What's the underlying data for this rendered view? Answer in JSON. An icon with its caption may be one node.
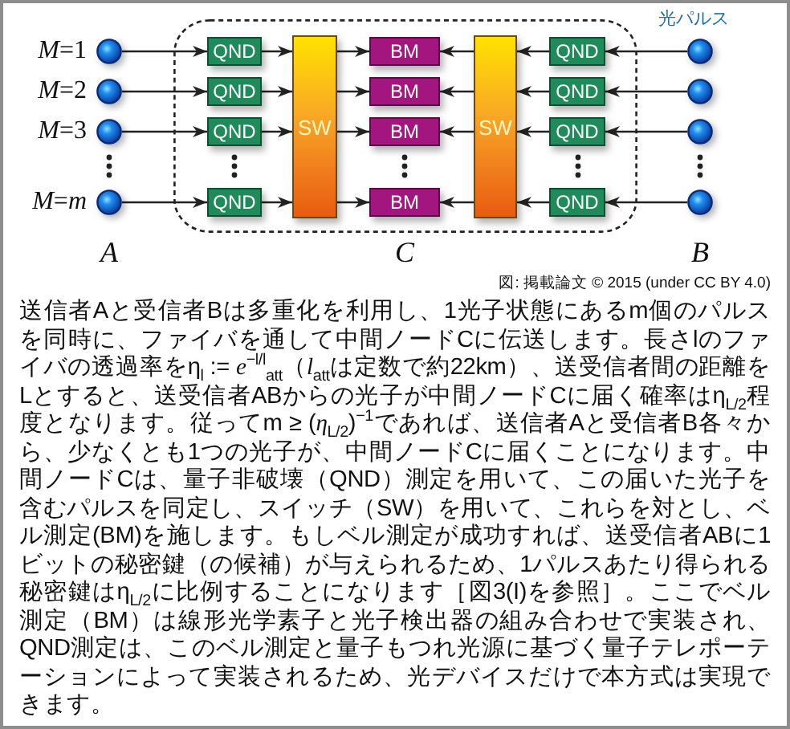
{
  "diagram": {
    "nodes": [
      {
        "text": [],
        "shape": "circle",
        "beside": [
          "*M*=1"
        ]
      },
      {
        "text": [],
        "shape": "circle",
        "beside": [
          "*M*=2"
        ]
      },
      {
        "text": [],
        "shape": "circle",
        "beside": [
          "*M*=3"
        ]
      },
      {
        "text": [],
        "shape": "circle",
        "beside": [
          "*M*=*m*"
        ]
      },
      {
        "text": [],
        "shape": "box"
      },
      {
        "text": [
          "QND"
        ],
        "in": 4
      },
      {
        "text": [
          "QND"
        ],
        "in": 4
      },
      {
        "text": [
          "QND"
        ],
        "in": 4
      },
      {
        "text": [
          "QND"
        ],
        "in": 4
      },
      {
        "text": [
          "SW"
        ],
        "in": 4
      },
      {
        "text": [
          "BM"
        ],
        "in": 4
      },
      {
        "text": [
          "BM"
        ],
        "in": 4
      },
      {
        "text": [
          "BM"
        ],
        "in": 4
      },
      {
        "text": [
          "BM"
        ],
        "in": 4
      },
      {
        "text": [
          "SW"
        ],
        "in": 4
      },
      {
        "text": [
          "QND"
        ],
        "in": 4
      },
      {
        "text": [
          "QND"
        ],
        "in": 4
      },
      {
        "text": [
          "QND"
        ],
        "in": 4
      },
      {
        "text": [
          "QND"
        ],
        "in": 4
      },
      {
        "text": [],
        "shape": "circle"
      },
      {
        "text": [],
        "shape": "circle"
      },
      {
        "text": [],
        "shape": "circle"
      },
      {
        "text": [],
        "shape": "circle"
      }
    ],
    "edges": [
      {
        "from": 0,
        "to": 5,
        "arrow": "to"
      },
      {
        "from": 1,
        "to": 6,
        "arrow": "to"
      },
      {
        "from": 2,
        "to": 7,
        "arrow": "to"
      },
      {
        "from": 3,
        "to": 8,
        "arrow": "to"
      },
      {
        "from": 5,
        "to": 9,
        "arrow": "to"
      },
      {
        "from": 6,
        "to": 9,
        "arrow": "to"
      },
      {
        "from": 7,
        "to": 9,
        "arrow": "to"
      },
      {
        "from": 8,
        "to": 9,
        "arrow": "to"
      },
      {
        "from": 9,
        "to": 10,
        "arrow": "to"
      },
      {
        "from": 9,
        "to": 11,
        "arrow": "to"
      },
      {
        "from": 9,
        "to": 12,
        "arrow": "to"
      },
      {
        "from": 9,
        "to": 13,
        "arrow": "to"
      },
      {
        "from": 14,
        "to": 10,
        "arrow": "to"
      },
      {
        "from": 14,
        "to": 11,
        "arrow": "to"
      },
      {
        "from": 14,
        "to": 12,
        "arrow": "to"
      },
      {
        "from": 14,
        "to": 13,
        "arrow": "to"
      },
      {
        "from": 15,
        "to": 14,
        "arrow": "to"
      },
      {
        "from": 16,
        "to": 14,
        "arrow": "to"
      },
      {
        "from": 17,
        "to": 14,
        "arrow": "to"
      },
      {
        "from": 18,
        "to": 14,
        "arrow": "to"
      },
      {
        "from": 19,
        "to": 15,
        "arrow": "to"
      },
      {
        "from": 20,
        "to": 16,
        "arrow": "to"
      },
      {
        "from": 21,
        "to": 17,
        "arrow": "to"
      },
      {
        "from": 22,
        "to": 18,
        "arrow": "to"
      }
    ],
    "labels": [
      "光パルス",
      "A",
      "C",
      "B",
      "図: 掲載論文 © 2015 (under CC BY 4.0)",
      "送信者Aと受信者Bは多重化を利用し、1光子状態にあるm個のパルスを同時に、ファイバを通して中間ノードCに伝送します。長さlのファイバの透過率をη$_{l}$ := *e*$^{−l/l}$$_{att}$（*l*$_{att}$は定数で約22km）、送受信者間の距離をLとすると、送受信者ABからの光子が中間ノードCに届く確率はη$_{L/2}$程度となります。従ってm ≥ (*η*$_{L/2}$)$^{−1}$であれば、送信者Aと受信者B各々から、少なくとも1つの光子が、中間ノードCに届くことになります。中間ノードCは、量子非破壊（QND）測定を用いて、この届いた光子を含むパルスを同定し、スイッチ（SW）を用いて、これらを対とし、ベル測定(BM)を施します。もしベル測定が成功すれば、送受信者ABに1ビットの秘密鍵（の候補）が与えられるため、1パルスあたり得られる秘密鍵はη$_{L/2}$に比例することになります［図3(I)を参照］。ここでベル測定（BM）は線形光学素子と光子検出器の組み合わせで実装され、QND測定は、このベル測定と量子もつれ光源に基づく量子テレポーテーションによって実装されるため、光デバイスだけで本方式は実現できます。"
    ]
  }
}
